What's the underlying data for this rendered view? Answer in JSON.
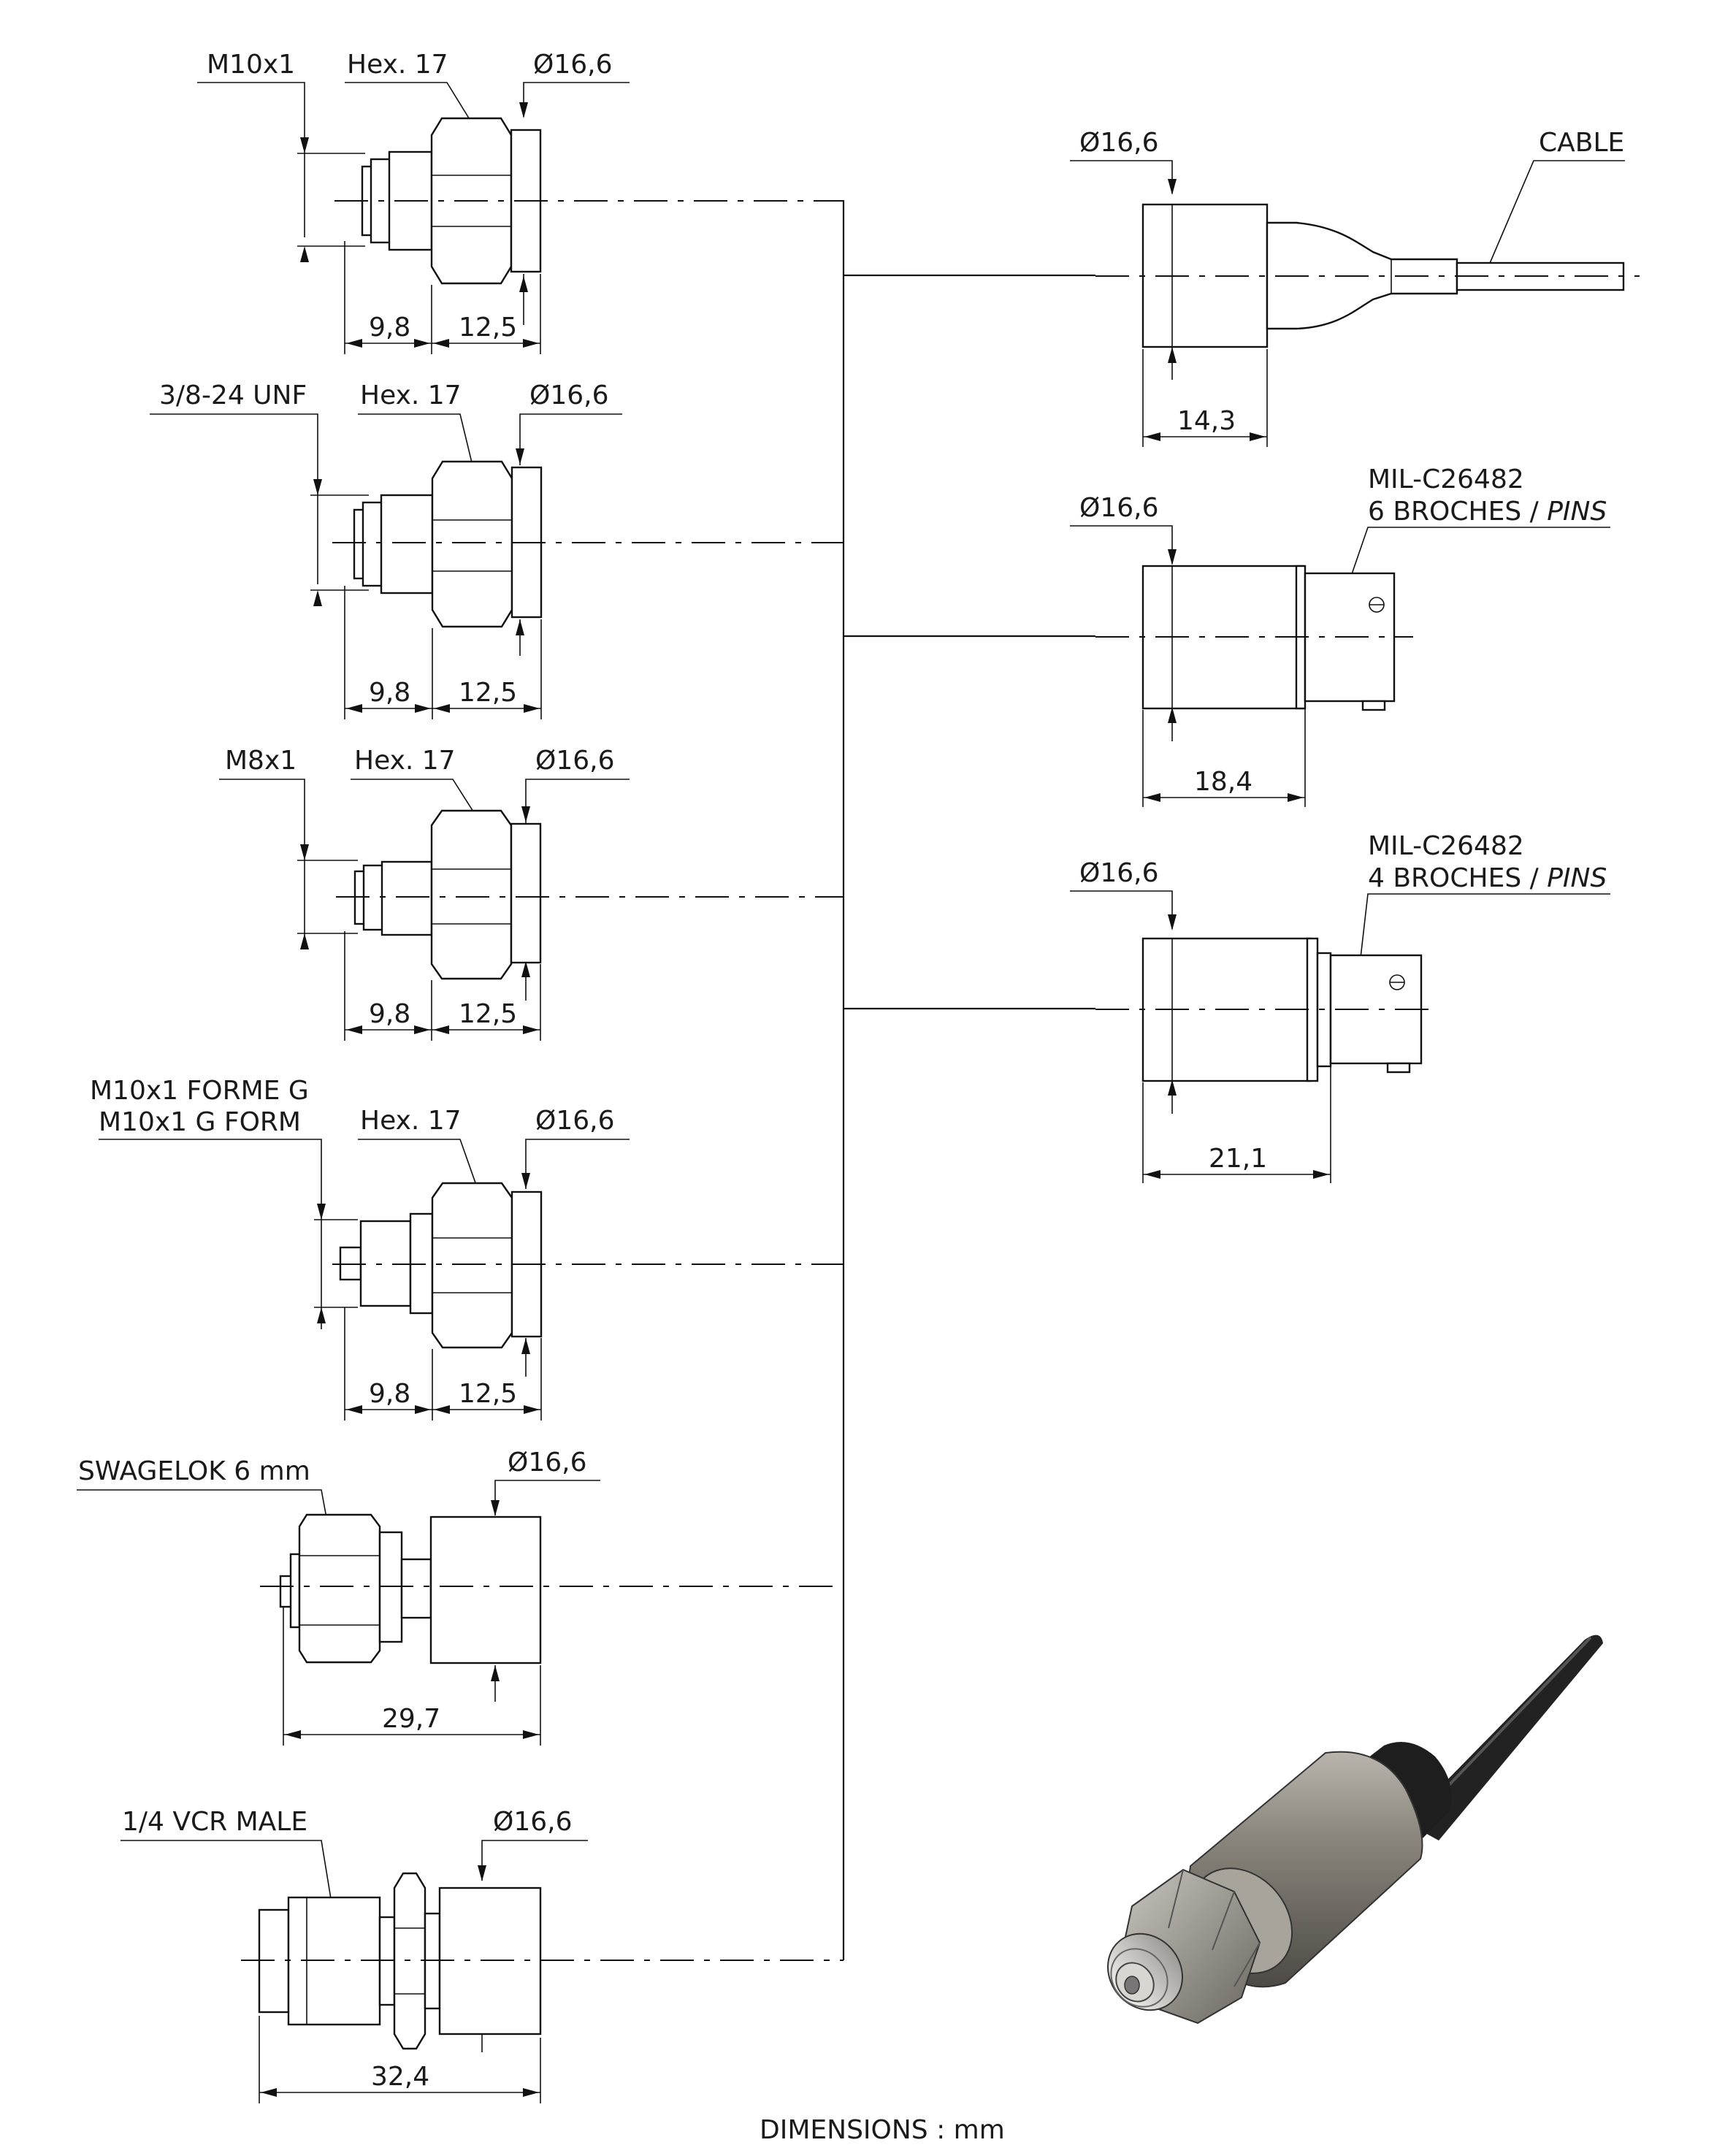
{
  "footer": "DIMENSIONS : mm",
  "ports": [
    {
      "thread": "M10x1",
      "hex": "Hex. 17",
      "dia": "Ø16,6",
      "len1": "9,8",
      "len2": "12,5"
    },
    {
      "thread": "3/8-24 UNF",
      "hex": "Hex. 17",
      "dia": "Ø16,6",
      "len1": "9,8",
      "len2": "12,5"
    },
    {
      "thread": "M8x1",
      "hex": "Hex. 17",
      "dia": "Ø16,6",
      "len1": "9,8",
      "len2": "12,5"
    },
    {
      "thread": "M10x1 FORME G",
      "thread2": "M10x1 G FORM",
      "hex": "Hex. 17",
      "dia": "Ø16,6",
      "len1": "9,8",
      "len2": "12,5"
    },
    {
      "thread": "SWAGELOK 6 mm",
      "dia": "Ø16,6",
      "len": "29,7"
    },
    {
      "thread": "1/4 VCR MALE",
      "dia": "Ø16,6",
      "len": "32,4"
    }
  ],
  "connectors": [
    {
      "label": "CABLE",
      "dia": "Ø16,6",
      "len": "14,3"
    },
    {
      "label1": "MIL-C26482",
      "label2a": "6 BROCHES / ",
      "label2b": "PINS",
      "dia": "Ø16,6",
      "len": "18,4"
    },
    {
      "label1": "MIL-C26482",
      "label2a": "4 BROCHES / ",
      "label2b": "PINS",
      "dia": "Ø16,6",
      "len": "21,1"
    }
  ]
}
